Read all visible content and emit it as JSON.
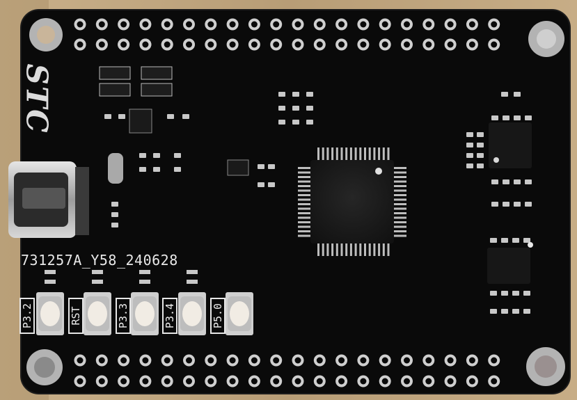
{
  "board": {
    "id_text": "731257A_Y58_240628",
    "logo": "STC",
    "buttons": [
      "P3.2",
      "RST",
      "P3.3",
      "P3.4",
      "P5.0"
    ]
  },
  "colors": {
    "box": "#b8a07a",
    "pcb": "#0b0b0b",
    "pad": "#c9c9c9",
    "silkscreen": "#e8e8e8",
    "ic": "#1a1a1a"
  }
}
